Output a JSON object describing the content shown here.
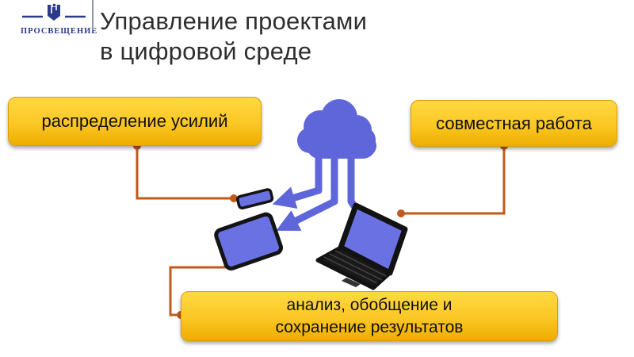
{
  "slide": {
    "logo": {
      "text": "ПРОСВЕЩЕНИЕ",
      "emblem_icon": "prosveshchenie-emblem-icon"
    },
    "title": {
      "line1": "Управление проектами",
      "line2": "в цифровой среде"
    },
    "boxes": {
      "left_label": "распределение усилий",
      "right_label": "совместная работа",
      "bottom_label_line1": "анализ, обобщение и",
      "bottom_label_line2": "сохранение результатов"
    },
    "illustration": {
      "icons": [
        "cloud-icon",
        "smartphone-icon",
        "tablet-icon",
        "laptop-icon"
      ],
      "connectors": [
        "left-box-to-smartphone",
        "right-box-to-laptop",
        "tablet-to-bottom-box"
      ]
    },
    "colors": {
      "logo_navy": "#2B3A8C",
      "title_gray": "#2E2E2E",
      "box_yellow_top": "#FFD942",
      "box_yellow_bottom": "#EEAD00",
      "box_border": "#D99E06",
      "connector_orange": "#C05A1B",
      "device_purple": "#6A71E3",
      "cloud_purple": "#5F66D9",
      "device_black": "#161616"
    }
  }
}
